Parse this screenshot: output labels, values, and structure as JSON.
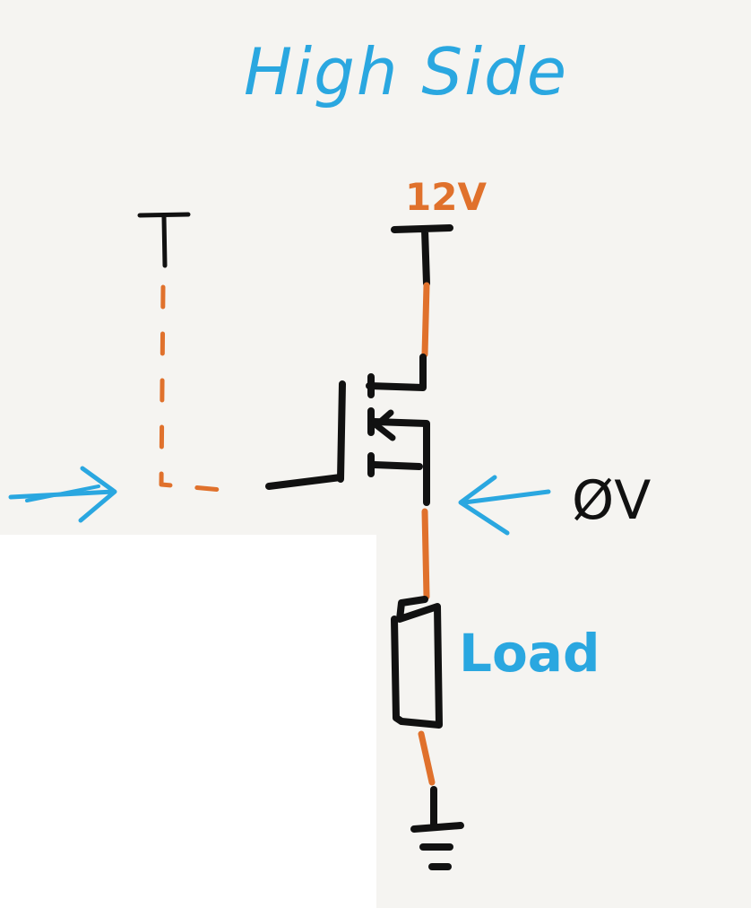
{
  "diagram": {
    "title": "High Side",
    "supply_label": "12V",
    "gate_state_label": "ØV",
    "load_label": "Load"
  },
  "colors": {
    "background": "#f5f4f1",
    "blank_region": "#ffffff",
    "ink_black": "#111111",
    "wire_orange": "#e0712c",
    "annotation_blue": "#2aa7e0"
  }
}
